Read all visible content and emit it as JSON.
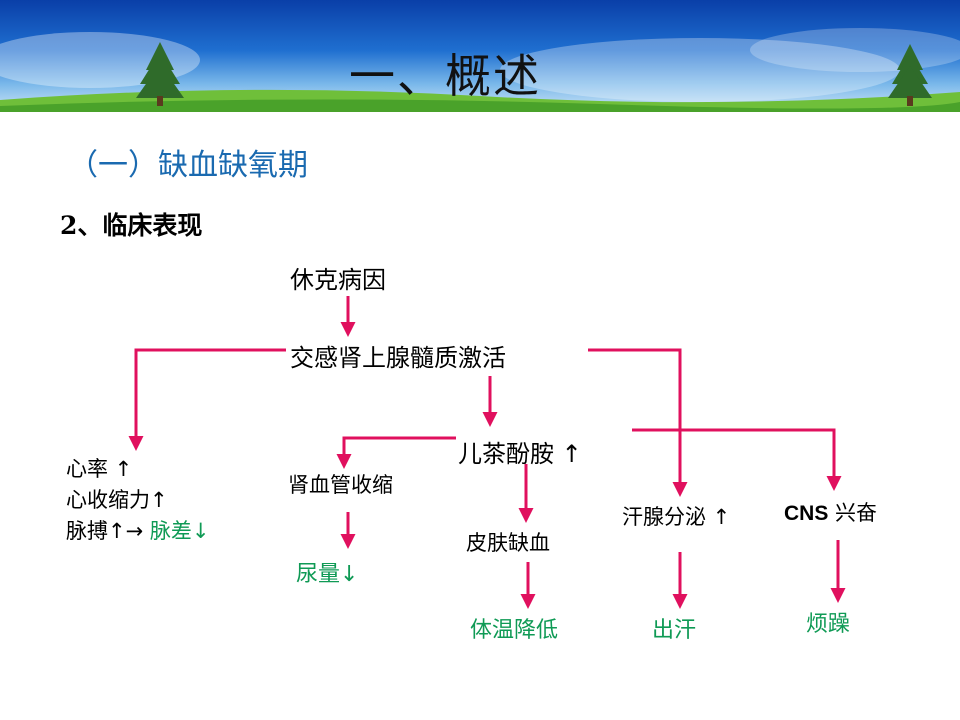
{
  "header": {
    "title": "一、概述",
    "section": "（一）缺血缺氧期",
    "subsection": "2、临床表现"
  },
  "diagram": {
    "cause": "休克病因",
    "activation": "交感肾上腺髓质激活",
    "catecholamine": "儿茶酚胺 ↑",
    "heart": {
      "line1": "心率 ↑",
      "line2": "心收缩力↑",
      "line3_prefix": "脉搏↑→ ",
      "line3_green": "脉差↓"
    },
    "renal": "肾血管收缩",
    "urine": "尿量↓",
    "skin": "皮肤缺血",
    "temp": "体温降低",
    "sweat_gland": "汗腺分泌 ↑",
    "sweat": "出汗",
    "cns": "CNS",
    "cns_text": " 兴奋",
    "irritable": "烦躁"
  },
  "colors": {
    "arrow": "#e0105e",
    "result_green": "#0f9a55",
    "section_blue": "#1a6ab0"
  }
}
